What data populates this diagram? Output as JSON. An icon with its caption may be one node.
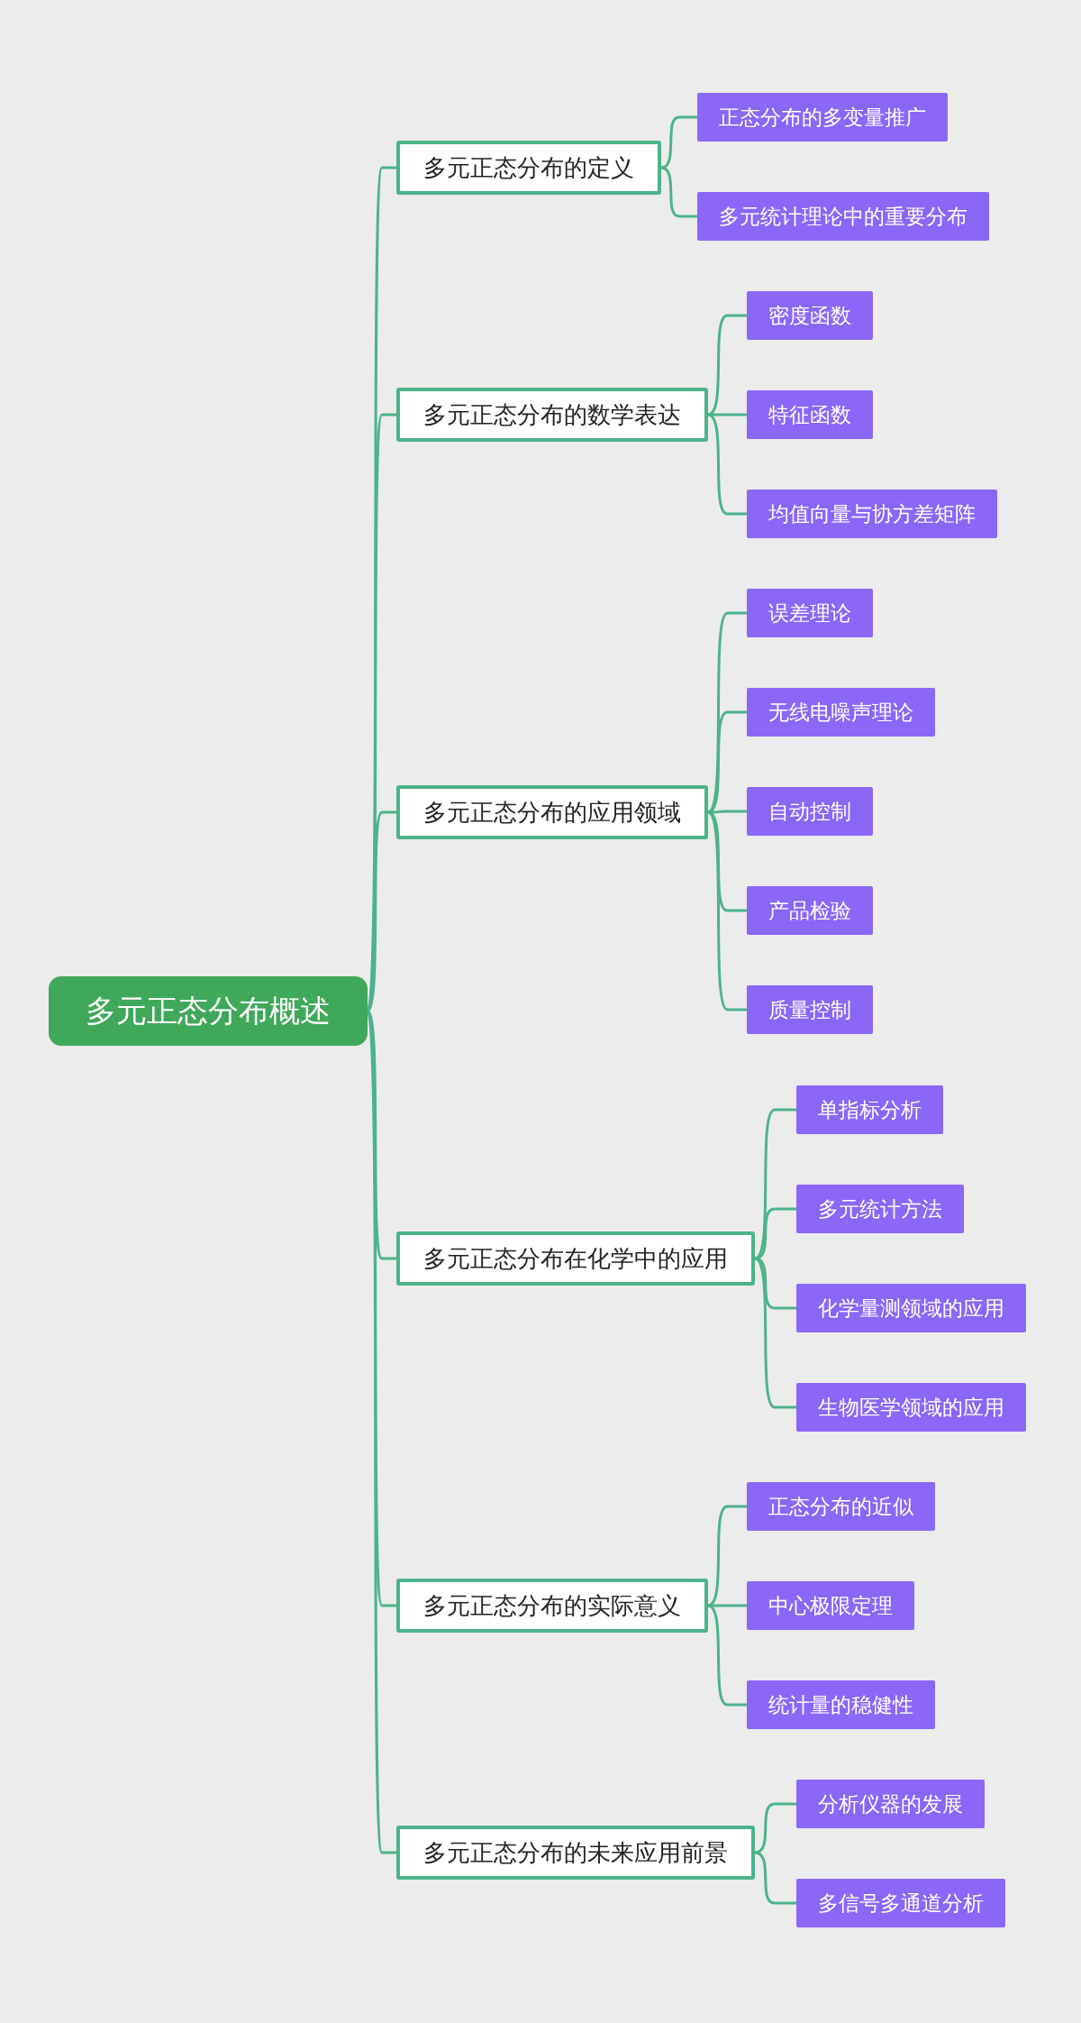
{
  "diagram": {
    "nodes": [
      {
        "text": [
          "多元正态分布概述"
        ]
      },
      {
        "text": [
          "多元正态分布的定义"
        ]
      },
      {
        "text": [
          "正态分布的多变量推广"
        ]
      },
      {
        "text": [
          "多元统计理论中的重要分布"
        ]
      },
      {
        "text": [
          "多元正态分布的数学表达"
        ]
      },
      {
        "text": [
          "密度函数"
        ]
      },
      {
        "text": [
          "特征函数"
        ]
      },
      {
        "text": [
          "均值向量与协方差矩阵"
        ]
      },
      {
        "text": [
          "多元正态分布的应用领域"
        ]
      },
      {
        "text": [
          "误差理论"
        ]
      },
      {
        "text": [
          "无线电噪声理论"
        ]
      },
      {
        "text": [
          "自动控制"
        ]
      },
      {
        "text": [
          "产品检验"
        ]
      },
      {
        "text": [
          "质量控制"
        ]
      },
      {
        "text": [
          "多元正态分布在化学中的应用"
        ]
      },
      {
        "text": [
          "单指标分析"
        ]
      },
      {
        "text": [
          "多元统计方法"
        ]
      },
      {
        "text": [
          "化学量测领域的应用"
        ]
      },
      {
        "text": [
          "生物医学领域的应用"
        ]
      },
      {
        "text": [
          "多元正态分布的实际意义"
        ]
      },
      {
        "text": [
          "正态分布的近似"
        ]
      },
      {
        "text": [
          "中心极限定理"
        ]
      },
      {
        "text": [
          "统计量的稳健性"
        ]
      },
      {
        "text": [
          "多元正态分布的未来应用前景"
        ]
      },
      {
        "text": [
          "分析仪器的发展"
        ]
      },
      {
        "text": [
          "多信号多通道分析"
        ]
      }
    ],
    "edges": [
      {
        "from": 0,
        "to": 1,
        "arrow": "none"
      },
      {
        "from": 0,
        "to": 4,
        "arrow": "none"
      },
      {
        "from": 0,
        "to": 8,
        "arrow": "none"
      },
      {
        "from": 0,
        "to": 14,
        "arrow": "none"
      },
      {
        "from": 0,
        "to": 19,
        "arrow": "none"
      },
      {
        "from": 0,
        "to": 23,
        "arrow": "none"
      },
      {
        "from": 1,
        "to": 2,
        "arrow": "none"
      },
      {
        "from": 1,
        "to": 3,
        "arrow": "none"
      },
      {
        "from": 4,
        "to": 5,
        "arrow": "none"
      },
      {
        "from": 4,
        "to": 6,
        "arrow": "none"
      },
      {
        "from": 4,
        "to": 7,
        "arrow": "none"
      },
      {
        "from": 8,
        "to": 9,
        "arrow": "none"
      },
      {
        "from": 8,
        "to": 10,
        "arrow": "none"
      },
      {
        "from": 8,
        "to": 11,
        "arrow": "none"
      },
      {
        "from": 8,
        "to": 12,
        "arrow": "none"
      },
      {
        "from": 8,
        "to": 13,
        "arrow": "none"
      },
      {
        "from": 14,
        "to": 15,
        "arrow": "none"
      },
      {
        "from": 14,
        "to": 16,
        "arrow": "none"
      },
      {
        "from": 14,
        "to": 17,
        "arrow": "none"
      },
      {
        "from": 14,
        "to": 18,
        "arrow": "none"
      },
      {
        "from": 19,
        "to": 20,
        "arrow": "none"
      },
      {
        "from": 19,
        "to": 21,
        "arrow": "none"
      },
      {
        "from": 19,
        "to": 22,
        "arrow": "none"
      },
      {
        "from": 23,
        "to": 24,
        "arrow": "none"
      },
      {
        "from": 23,
        "to": 25,
        "arrow": "none"
      }
    ]
  }
}
